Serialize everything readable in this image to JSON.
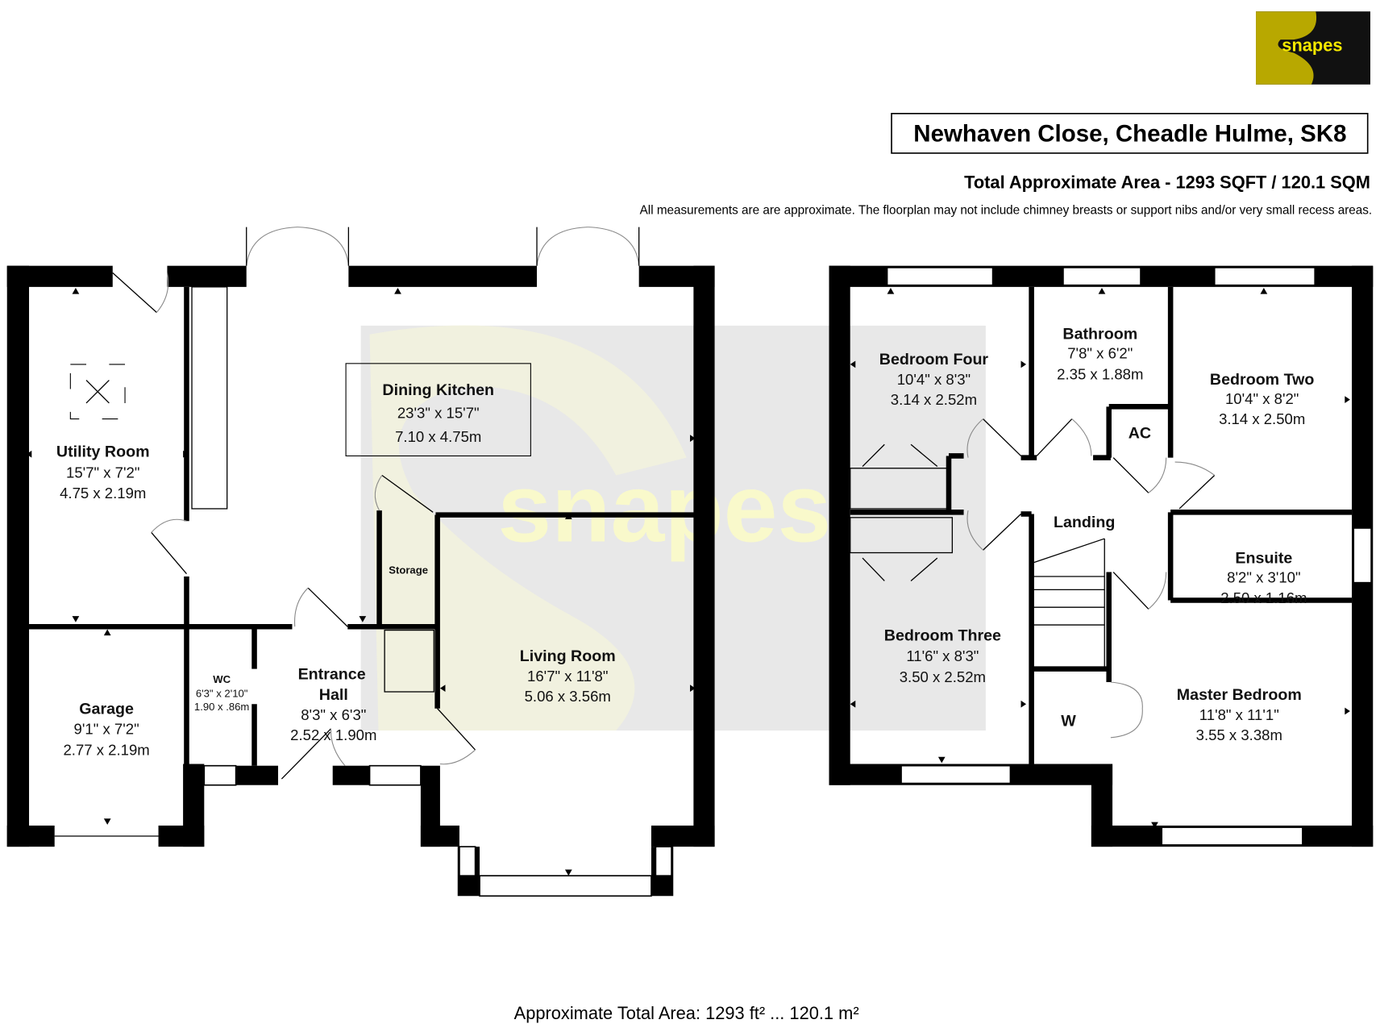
{
  "header": {
    "logo_text": "snapes",
    "address": "Newhaven Close, Cheadle Hulme, SK8",
    "total_area": "Total Approximate Area - 1293 SQFT / 120.1 SQM",
    "disclaimer": "All measurements are are approximate. The floorplan may not include chimney breasts or support nibs and/or very small recess areas."
  },
  "watermark": "snapes",
  "colors": {
    "brand_yellow": "#f5e800",
    "logo_bg": "#111111",
    "watermark_gray": "#e6e6e6"
  },
  "ground_floor": {
    "dining_kitchen": {
      "name": "Dining Kitchen",
      "imperial": "23'3\" x 15'7\"",
      "metric": "7.10 x 4.75m"
    },
    "utility": {
      "name": "Utility Room",
      "imperial": "15'7\" x 7'2\"",
      "metric": "4.75 x 2.19m"
    },
    "garage": {
      "name": "Garage",
      "imperial": "9'1\" x 7'2\"",
      "metric": "2.77 x 2.19m"
    },
    "wc": {
      "name": "WC",
      "imperial": "6'3\" x 2'10\"",
      "metric": "1.90 x .86m"
    },
    "entrance_hall": {
      "name_line1": "Entrance",
      "name_line2": "Hall",
      "imperial": "8'3\" x 6'3\"",
      "metric": "2.52 x 1.90m"
    },
    "storage": {
      "name": "Storage"
    },
    "living": {
      "name": "Living Room",
      "imperial": "16'7\" x 11'8\"",
      "metric": "5.06 x 3.56m"
    }
  },
  "first_floor": {
    "bedroom_four": {
      "name": "Bedroom Four",
      "imperial": "10'4\" x 8'3\"",
      "metric": "3.14 x 2.52m"
    },
    "bathroom": {
      "name": "Bathroom",
      "imperial": "7'8\" x 6'2\"",
      "metric": "2.35 x 1.88m"
    },
    "bedroom_two": {
      "name": "Bedroom Two",
      "imperial": "10'4\" x 8'2\"",
      "metric": "3.14 x 2.50m"
    },
    "ac": {
      "name": "AC"
    },
    "landing": {
      "name": "Landing"
    },
    "ensuite": {
      "name": "Ensuite",
      "imperial": "8'2\" x 3'10\"",
      "metric": "2.50 x 1.16m"
    },
    "bedroom_three": {
      "name": "Bedroom Three",
      "imperial": "11'6\" x 8'3\"",
      "metric": "3.50 x 2.52m"
    },
    "wardrobe": {
      "name": "W"
    },
    "master": {
      "name": "Master Bedroom",
      "imperial": "11'8\" x 11'1\"",
      "metric": "3.55 x 3.38m"
    }
  },
  "footer": {
    "area": "Approximate Total Area: 1293 ft² ... 120.1 m²"
  }
}
